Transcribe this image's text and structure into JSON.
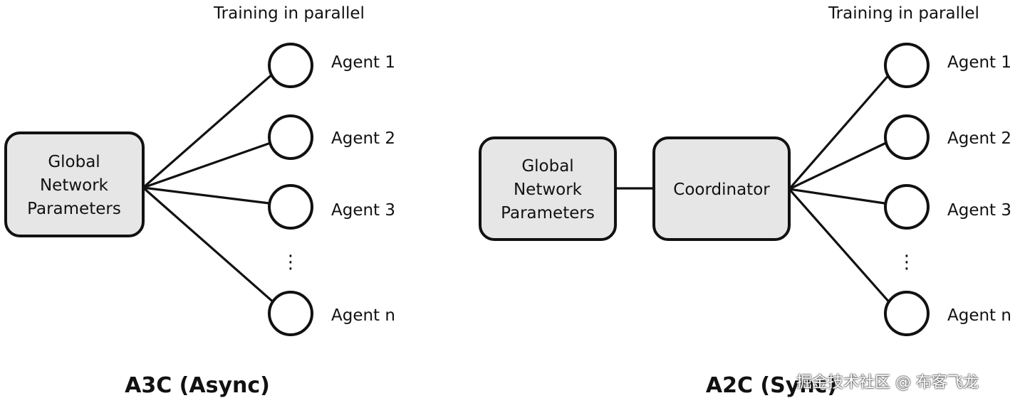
{
  "left": {
    "header": "Training in parallel",
    "box_lines": [
      "Global",
      "Network",
      "Parameters"
    ],
    "agents": [
      "Agent 1",
      "Agent 2",
      "Agent 3",
      "Agent n"
    ],
    "ellipsis": "⋮",
    "caption": "A3C (Async)"
  },
  "right": {
    "header": "Training in parallel",
    "global_box_lines": [
      "Global",
      "Network",
      "Parameters"
    ],
    "coordinator": "Coordinator",
    "agents": [
      "Agent 1",
      "Agent 2",
      "Agent 3",
      "Agent n"
    ],
    "ellipsis": "⋮",
    "caption": "A2C (Sync)"
  },
  "watermark": "掘金技术社区 @ 布客飞龙"
}
